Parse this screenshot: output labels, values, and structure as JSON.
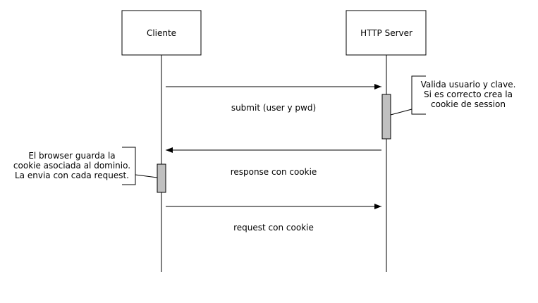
{
  "participants": [
    {
      "name": "Cliente"
    },
    {
      "name": "HTTP Server"
    }
  ],
  "messages": [
    {
      "label": "submit (user y pwd)",
      "from": "Cliente",
      "to": "HTTP Server"
    },
    {
      "label": "response con cookie",
      "from": "HTTP Server",
      "to": "Cliente"
    },
    {
      "label": "request con cookie",
      "from": "Cliente",
      "to": "HTTP Server"
    }
  ],
  "notes": {
    "server": {
      "lines": [
        "Valida usuario y clave.",
        "Si es correcto crea la",
        "cookie de session"
      ]
    },
    "client": {
      "lines": [
        "El browser guarda la",
        "cookie asociada al dominio.",
        "La envia con cada request."
      ]
    }
  },
  "colors": {
    "activation_fill": "#c0c0c0",
    "line": "#000000",
    "background": "#ffffff"
  }
}
